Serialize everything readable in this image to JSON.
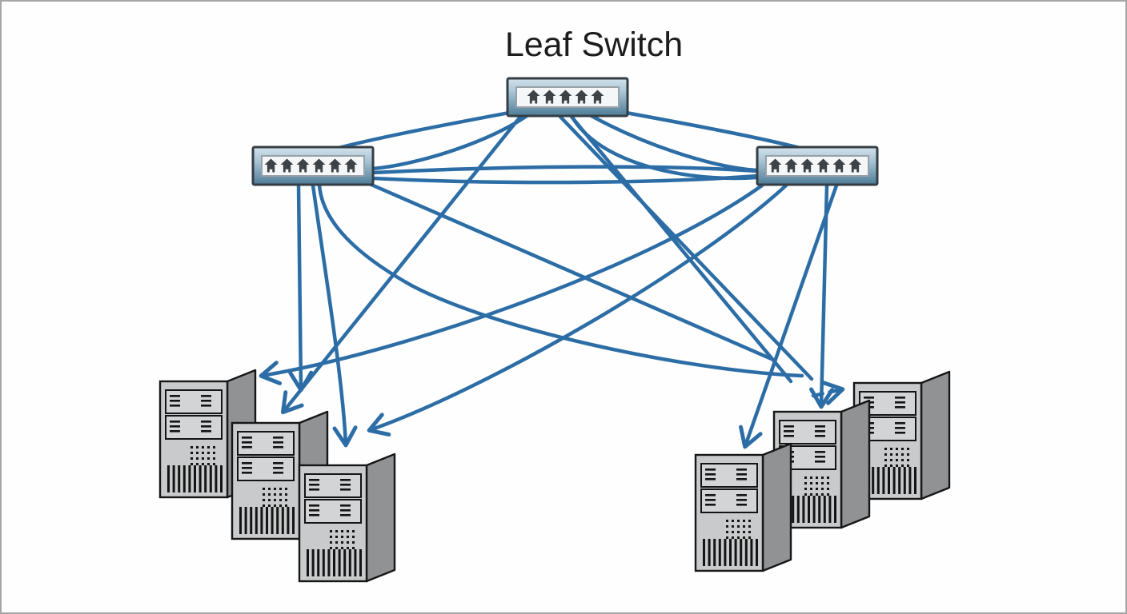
{
  "title": "Leaf Switch",
  "colors": {
    "link_blue": "#2c6da6",
    "switch_border": "#353e45",
    "switch_gradient_top": "#d3e2ec",
    "switch_gradient_mid": "#a7c3d4",
    "switch_gradient_bottom": "#4d7b97",
    "switch_panel": "#f5f6f7",
    "port_glyph": "#3d4247",
    "server_front": "#c9cacb",
    "server_side": "#909294",
    "server_bay": "#d3d4d5",
    "server_outline": "#161616",
    "canvas_background": "#fefefe",
    "canvas_border": "#a6a6a6",
    "title_color": "#1c1c1c"
  },
  "nodes": {
    "switches": [
      {
        "id": "leaf-switch-top",
        "label": "Leaf Switch",
        "ports": 5
      },
      {
        "id": "switch-left",
        "label": "",
        "ports": 6
      },
      {
        "id": "switch-right",
        "label": "",
        "ports": 6
      }
    ],
    "server_groups": [
      {
        "id": "server-group-left",
        "server_count": 3
      },
      {
        "id": "server-group-right",
        "server_count": 3
      }
    ]
  },
  "edges": [
    {
      "id": "edge-top-to-left-1",
      "from": "leaf-switch-top",
      "to": "switch-left",
      "arrow": false
    },
    {
      "id": "edge-top-to-left-2",
      "from": "leaf-switch-top",
      "to": "switch-left",
      "arrow": false
    },
    {
      "id": "edge-top-to-right-1",
      "from": "leaf-switch-top",
      "to": "switch-right",
      "arrow": false
    },
    {
      "id": "edge-top-to-right-2",
      "from": "leaf-switch-top",
      "to": "switch-right",
      "arrow": false
    },
    {
      "id": "edge-top-to-right-3",
      "from": "leaf-switch-top",
      "to": "switch-right",
      "arrow": false
    },
    {
      "id": "edge-left-to-right-1",
      "from": "switch-left",
      "to": "switch-right",
      "arrow": false
    },
    {
      "id": "edge-left-to-right-2",
      "from": "switch-left",
      "to": "switch-right",
      "arrow": false
    },
    {
      "id": "edge-left-to-server-l2",
      "from": "switch-left",
      "to": "server-group-left",
      "arrow": true
    },
    {
      "id": "edge-left-to-server-l3",
      "from": "switch-left",
      "to": "server-group-left",
      "arrow": true
    },
    {
      "id": "edge-top-to-server-l2",
      "from": "leaf-switch-top",
      "to": "server-group-left",
      "arrow": true
    },
    {
      "id": "edge-right-to-server-l1",
      "from": "switch-right",
      "to": "server-group-left",
      "arrow": true
    },
    {
      "id": "edge-right-to-server-l3",
      "from": "switch-right",
      "to": "server-group-left",
      "arrow": true
    },
    {
      "id": "edge-right-to-server-r1",
      "from": "switch-right",
      "to": "server-group-right",
      "arrow": true
    },
    {
      "id": "edge-right-to-server-r2",
      "from": "switch-right",
      "to": "server-group-right",
      "arrow": true
    },
    {
      "id": "edge-top-to-server-r3-solid",
      "from": "leaf-switch-top",
      "to": "server-group-right",
      "arrow": false
    },
    {
      "id": "edge-top-to-server-r3-dashed",
      "from": "leaf-switch-top",
      "to": "server-group-right",
      "arrow": true,
      "dashed": true
    },
    {
      "id": "edge-top-to-server-r-2",
      "from": "leaf-switch-top",
      "to": "server-group-right",
      "arrow": false
    },
    {
      "id": "edge-left-to-rgroup-curve",
      "from": "switch-left",
      "to": "server-group-right",
      "arrow": false
    },
    {
      "id": "edge-left-to-rgroup-line",
      "from": "switch-left",
      "to": "server-group-right",
      "arrow": false
    }
  ]
}
